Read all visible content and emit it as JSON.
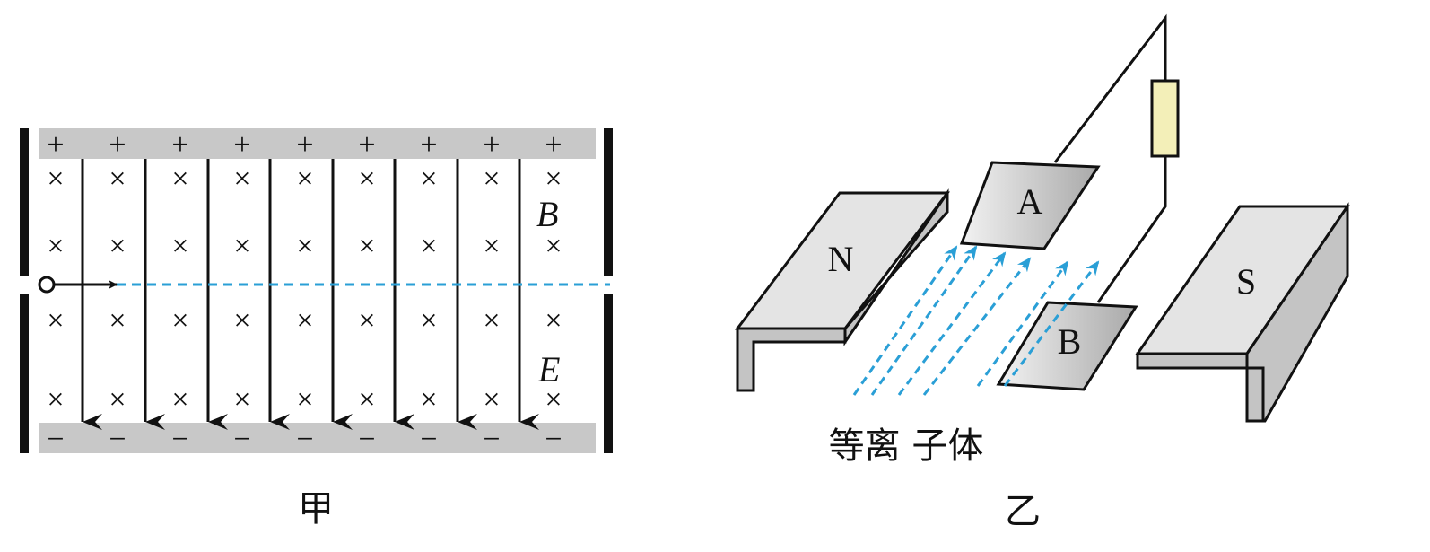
{
  "figure_a": {
    "caption": "甲",
    "top_plate_sign": "+",
    "bottom_plate_sign": "−",
    "cross_mark": "×",
    "label_B": "B",
    "label_E": "E"
  },
  "figure_b": {
    "caption": "乙",
    "label_N": "N",
    "label_S": "S",
    "label_A": "A",
    "label_B": "B",
    "plasma_label": "等离 子体"
  },
  "colors": {
    "plate_gray": "#c8c8c8",
    "beam_blue": "#2a9fd6",
    "resistor_fill": "#f3efb8",
    "magnet_top": "#e4e4e4",
    "magnet_side": "#c4c4c4",
    "stroke": "#111111"
  }
}
